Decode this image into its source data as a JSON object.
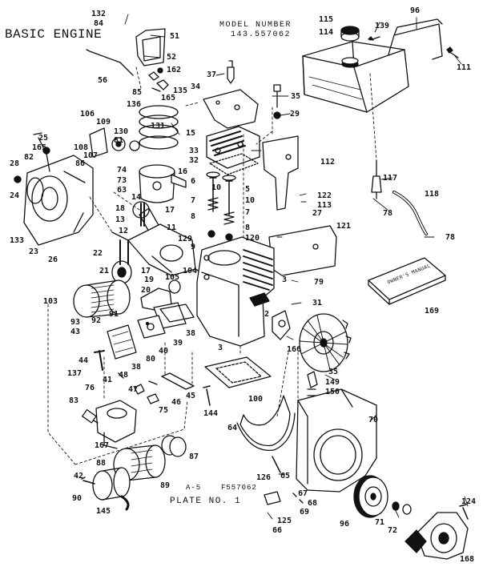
{
  "header": {
    "title": "BASIC ENGINE",
    "model_label": "MODEL NUMBER",
    "model_number": "143.557062",
    "figure_id": "A-5",
    "figure_code": "F557062",
    "plate": "PLATE NO. 1"
  },
  "manual_label": "OWNER'S MANUAL",
  "callouts": [
    {
      "id": "132",
      "label": "132"
    },
    {
      "id": "84",
      "label": "84"
    },
    {
      "id": "51",
      "label": "51"
    },
    {
      "id": "52",
      "label": "52"
    },
    {
      "id": "56",
      "label": "56"
    },
    {
      "id": "162",
      "label": "162"
    },
    {
      "id": "85",
      "label": "85"
    },
    {
      "id": "136",
      "label": "136"
    },
    {
      "id": "165a",
      "label": "165"
    },
    {
      "id": "135",
      "label": "135"
    },
    {
      "id": "34",
      "label": "34"
    },
    {
      "id": "37",
      "label": "37"
    },
    {
      "id": "35a",
      "label": "35"
    },
    {
      "id": "29",
      "label": "29"
    },
    {
      "id": "115",
      "label": "115"
    },
    {
      "id": "114",
      "label": "114"
    },
    {
      "id": "139",
      "label": "139"
    },
    {
      "id": "96a",
      "label": "96"
    },
    {
      "id": "111",
      "label": "111"
    },
    {
      "id": "106",
      "label": "106"
    },
    {
      "id": "109",
      "label": "109"
    },
    {
      "id": "130",
      "label": "130"
    },
    {
      "id": "131",
      "label": "131"
    },
    {
      "id": "15",
      "label": "15"
    },
    {
      "id": "25",
      "label": "25"
    },
    {
      "id": "165b",
      "label": "165"
    },
    {
      "id": "108",
      "label": "108"
    },
    {
      "id": "81",
      "label": "81"
    },
    {
      "id": "33",
      "label": "33"
    },
    {
      "id": "32",
      "label": "32"
    },
    {
      "id": "28",
      "label": "28"
    },
    {
      "id": "82",
      "label": "82"
    },
    {
      "id": "86",
      "label": "86"
    },
    {
      "id": "107",
      "label": "107"
    },
    {
      "id": "74",
      "label": "74"
    },
    {
      "id": "73",
      "label": "73"
    },
    {
      "id": "63",
      "label": "63"
    },
    {
      "id": "16",
      "label": "16"
    },
    {
      "id": "14",
      "label": "14"
    },
    {
      "id": "112",
      "label": "112"
    },
    {
      "id": "117",
      "label": "117"
    },
    {
      "id": "24",
      "label": "24"
    },
    {
      "id": "6",
      "label": "6"
    },
    {
      "id": "10a",
      "label": "10"
    },
    {
      "id": "5",
      "label": "5"
    },
    {
      "id": "10b",
      "label": "10"
    },
    {
      "id": "122",
      "label": "122"
    },
    {
      "id": "113",
      "label": "113"
    },
    {
      "id": "27",
      "label": "27"
    },
    {
      "id": "118",
      "label": "118"
    },
    {
      "id": "7a",
      "label": "7"
    },
    {
      "id": "7b",
      "label": "7"
    },
    {
      "id": "78a",
      "label": "78"
    },
    {
      "id": "18",
      "label": "18"
    },
    {
      "id": "17a",
      "label": "17"
    },
    {
      "id": "133",
      "label": "133"
    },
    {
      "id": "13",
      "label": "13"
    },
    {
      "id": "11",
      "label": "11"
    },
    {
      "id": "8a",
      "label": "8"
    },
    {
      "id": "8b",
      "label": "8"
    },
    {
      "id": "121",
      "label": "121"
    },
    {
      "id": "23",
      "label": "23"
    },
    {
      "id": "26",
      "label": "26"
    },
    {
      "id": "12",
      "label": "12"
    },
    {
      "id": "129",
      "label": "129"
    },
    {
      "id": "120",
      "label": "120"
    },
    {
      "id": "9",
      "label": "9"
    },
    {
      "id": "78b",
      "label": "78"
    },
    {
      "id": "22",
      "label": "22"
    },
    {
      "id": "104",
      "label": "104"
    },
    {
      "id": "21",
      "label": "21"
    },
    {
      "id": "17b",
      "label": "17"
    },
    {
      "id": "19",
      "label": "19"
    },
    {
      "id": "105",
      "label": "105"
    },
    {
      "id": "3a",
      "label": "3"
    },
    {
      "id": "79",
      "label": "79"
    },
    {
      "id": "20",
      "label": "20"
    },
    {
      "id": "103",
      "label": "103"
    },
    {
      "id": "31",
      "label": "31"
    },
    {
      "id": "169",
      "label": "169"
    },
    {
      "id": "91",
      "label": "91"
    },
    {
      "id": "92",
      "label": "92"
    },
    {
      "id": "93",
      "label": "93"
    },
    {
      "id": "43",
      "label": "43"
    },
    {
      "id": "2",
      "label": "2"
    },
    {
      "id": "38a",
      "label": "38"
    },
    {
      "id": "39",
      "label": "39"
    },
    {
      "id": "40",
      "label": "40"
    },
    {
      "id": "166",
      "label": "166"
    },
    {
      "id": "3b",
      "label": "3"
    },
    {
      "id": "44",
      "label": "44"
    },
    {
      "id": "80",
      "label": "80"
    },
    {
      "id": "38b",
      "label": "38"
    },
    {
      "id": "35b",
      "label": "35"
    },
    {
      "id": "137",
      "label": "137"
    },
    {
      "id": "41",
      "label": "41"
    },
    {
      "id": "48",
      "label": "48"
    },
    {
      "id": "149",
      "label": "149"
    },
    {
      "id": "150",
      "label": "150"
    },
    {
      "id": "76",
      "label": "76"
    },
    {
      "id": "47",
      "label": "47"
    },
    {
      "id": "45",
      "label": "45"
    },
    {
      "id": "100",
      "label": "100"
    },
    {
      "id": "46",
      "label": "46"
    },
    {
      "id": "83",
      "label": "83"
    },
    {
      "id": "75",
      "label": "75"
    },
    {
      "id": "144",
      "label": "144"
    },
    {
      "id": "70",
      "label": "70"
    },
    {
      "id": "64",
      "label": "64"
    },
    {
      "id": "167",
      "label": "167"
    },
    {
      "id": "87",
      "label": "87"
    },
    {
      "id": "88",
      "label": "88"
    },
    {
      "id": "65",
      "label": "65"
    },
    {
      "id": "42",
      "label": "42"
    },
    {
      "id": "126",
      "label": "126"
    },
    {
      "id": "89",
      "label": "89"
    },
    {
      "id": "90",
      "label": "90"
    },
    {
      "id": "67",
      "label": "67"
    },
    {
      "id": "68",
      "label": "68"
    },
    {
      "id": "69",
      "label": "69"
    },
    {
      "id": "124",
      "label": "124"
    },
    {
      "id": "125",
      "label": "125"
    },
    {
      "id": "145",
      "label": "145"
    },
    {
      "id": "96b",
      "label": "96"
    },
    {
      "id": "71",
      "label": "71"
    },
    {
      "id": "72",
      "label": "72"
    },
    {
      "id": "66",
      "label": "66"
    },
    {
      "id": "168",
      "label": "168"
    }
  ]
}
